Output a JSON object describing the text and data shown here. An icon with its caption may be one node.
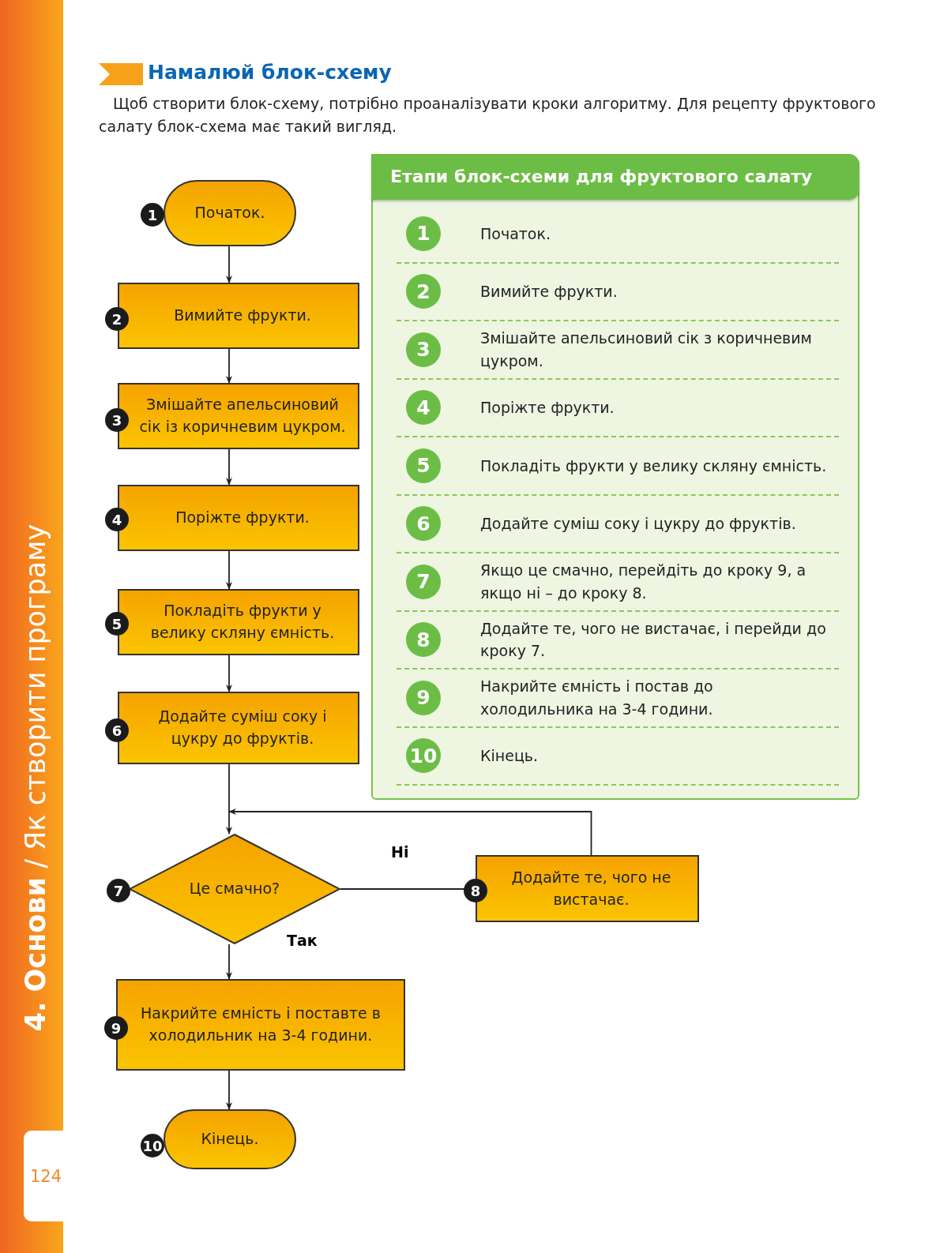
{
  "diagram": {
    "title": "Намалюй блок-схему",
    "nodes": [
      {
        "text": [
          "Початок."
        ],
        "beside": [
          "1"
        ]
      },
      {
        "text": [
          "Вимийте фрукти."
        ],
        "beside": [
          "2"
        ]
      },
      {
        "text": [
          "Змішайте апельсиновий сік із коричневим цукром."
        ],
        "beside": [
          "3"
        ]
      },
      {
        "text": [
          "Поріжте фрукти."
        ],
        "beside": [
          "4"
        ]
      },
      {
        "text": [
          "Покладіть фрукти у велику скляну ємність."
        ],
        "beside": [
          "5"
        ]
      },
      {
        "text": [
          "Додайте суміш соку і цукру до фруктів."
        ],
        "beside": [
          "6"
        ]
      },
      {
        "text": [
          "Це смачно?"
        ],
        "beside": [
          "7"
        ]
      },
      {
        "text": [
          "Додайте те, чого не вистачає."
        ],
        "beside": [
          "8"
        ]
      },
      {
        "text": [
          "Накрийте ємність і поставте в холодильник на 3-4 години."
        ],
        "beside": [
          "9"
        ]
      },
      {
        "text": [
          "Кінець."
        ],
        "beside": [
          "10"
        ]
      },
      {
        "text": [
          "Етапи блок-схеми для фруктового салату"
        ]
      },
      {
        "text": [
          "1",
          "Початок."
        ],
        "in": 10
      },
      {
        "text": [
          "2",
          "Вимийте фрукти."
        ],
        "in": 10
      },
      {
        "text": [
          "3",
          "Змішайте апельсиновий сік з коричневим цукром."
        ],
        "in": 10
      },
      {
        "text": [
          "4",
          "Поріжте фрукти."
        ],
        "in": 10
      },
      {
        "text": [
          "5",
          "Покладіть фрукти у велику скляну ємність."
        ],
        "in": 10
      },
      {
        "text": [
          "6",
          "Додайте суміш соку і цукру до фруктів."
        ],
        "in": 10
      },
      {
        "text": [
          "7",
          "Якщо це смачно, перейдіть до кроку 9, а якщо ні – до кроку 8."
        ],
        "in": 10
      },
      {
        "text": [
          "8",
          "Додайте те, чого не вистачає, і перейди до кроку 7."
        ],
        "in": 10
      },
      {
        "text": [
          "9",
          "Накрийте ємність і постав до холодильника на 3-4 години."
        ],
        "in": 10
      },
      {
        "text": [
          "10",
          "Кінець."
        ],
        "in": 10
      }
    ],
    "edges": [
      {
        "from": 0,
        "to": 1,
        "arrow": "to"
      },
      {
        "from": 1,
        "to": 2,
        "arrow": "to"
      },
      {
        "from": 2,
        "to": 3,
        "arrow": "to"
      },
      {
        "from": 3,
        "to": 4,
        "arrow": "to"
      },
      {
        "from": 4,
        "to": 5,
        "arrow": "to"
      },
      {
        "from": 5,
        "to": 6,
        "arrow": "to"
      },
      {
        "from": 6,
        "to": 7,
        "arrow": "to",
        "label": "Ні"
      },
      {
        "from": 7,
        "to": 6,
        "arrow": "to"
      },
      {
        "from": 6,
        "to": 8,
        "arrow": "to",
        "label": "Так"
      },
      {
        "from": 8,
        "to": 9,
        "arrow": "to"
      }
    ],
    "labels": [
      "Щоб створити блок-схему, потрібно проаналізувати кроки алгоритму. Для рецепту фруктового салату блок-схема має такий вигляд.",
      "**4. Основи** / Як створити програму",
      "124"
    ]
  }
}
